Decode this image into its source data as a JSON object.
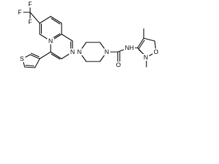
{
  "molecule": {
    "atom_labels": {
      "f_top": "F",
      "f_left": "F",
      "f_bottom": "F",
      "n_naph_top": "N",
      "n_naph_bottom": "N",
      "n_pip_left": "N",
      "n_pip_right": "N",
      "o_carbonyl": "O",
      "nh_amide": "NH",
      "n_isox": "N",
      "o_isox": "O",
      "s_thiophene": "S"
    }
  }
}
